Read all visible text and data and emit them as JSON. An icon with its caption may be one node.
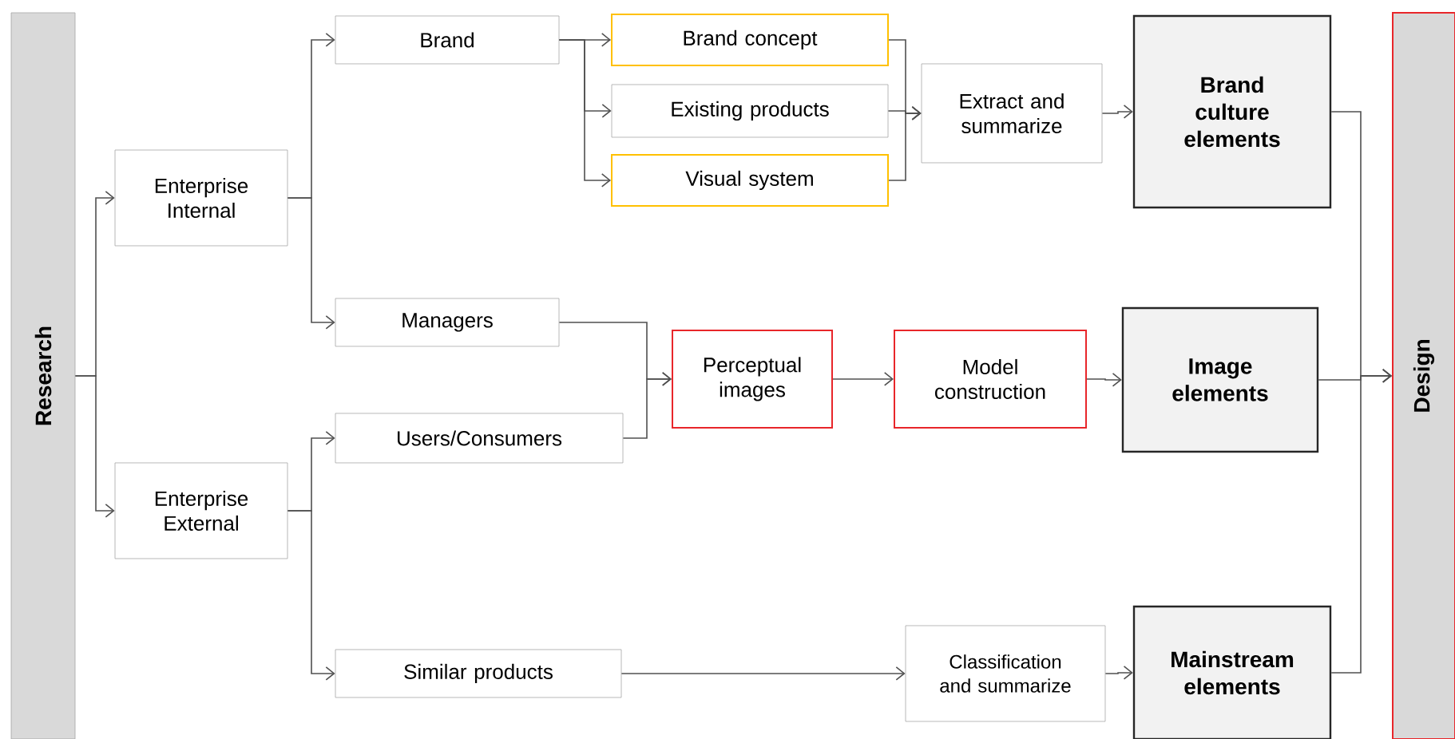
{
  "diagram": {
    "nodes": [
      {
        "text": [
          "Research"
        ]
      },
      {
        "text": [
          "Enterprise Internal"
        ]
      },
      {
        "text": [
          "Enterprise External"
        ]
      },
      {
        "text": [
          "Brand"
        ]
      },
      {
        "text": [
          "Managers"
        ]
      },
      {
        "text": [
          "Users/Consumers"
        ]
      },
      {
        "text": [
          "Similar products"
        ]
      },
      {
        "text": [
          "Brand concept"
        ]
      },
      {
        "text": [
          "Existing products"
        ]
      },
      {
        "text": [
          "Visual system"
        ]
      },
      {
        "text": [
          "Extract and summarize"
        ]
      },
      {
        "text": [
          "Perceptual images"
        ]
      },
      {
        "text": [
          "Model construction"
        ]
      },
      {
        "text": [
          "Brand culture elements"
        ]
      },
      {
        "text": [
          "Image elements"
        ]
      },
      {
        "text": [
          "Classification and summarize"
        ]
      },
      {
        "text": [
          "Mainstream elements"
        ]
      },
      {
        "text": [
          "Design"
        ]
      }
    ],
    "edges": [
      {
        "from": 0,
        "to": 1,
        "arrow": "to"
      },
      {
        "from": 0,
        "to": 2,
        "arrow": "to"
      },
      {
        "from": 1,
        "to": 3,
        "arrow": "to"
      },
      {
        "from": 1,
        "to": 4,
        "arrow": "to"
      },
      {
        "from": 2,
        "to": 5,
        "arrow": "to"
      },
      {
        "from": 2,
        "to": 6,
        "arrow": "to"
      },
      {
        "from": 3,
        "to": 7,
        "arrow": "to"
      },
      {
        "from": 3,
        "to": 8,
        "arrow": "to"
      },
      {
        "from": 3,
        "to": 9,
        "arrow": "to"
      },
      {
        "from": 7,
        "to": 10,
        "arrow": "to"
      },
      {
        "from": 8,
        "to": 10,
        "arrow": "to"
      },
      {
        "from": 9,
        "to": 10,
        "arrow": "to"
      },
      {
        "from": 10,
        "to": 13,
        "arrow": "to"
      },
      {
        "from": 4,
        "to": 11,
        "arrow": "to"
      },
      {
        "from": 5,
        "to": 11,
        "arrow": "to"
      },
      {
        "from": 11,
        "to": 12,
        "arrow": "to"
      },
      {
        "from": 12,
        "to": 14,
        "arrow": "to"
      },
      {
        "from": 6,
        "to": 15,
        "arrow": "to"
      },
      {
        "from": 15,
        "to": 16,
        "arrow": "to"
      },
      {
        "from": 13,
        "to": 17,
        "arrow": "to"
      },
      {
        "from": 14,
        "to": 17,
        "arrow": "to"
      },
      {
        "from": 16,
        "to": 17,
        "arrow": "to"
      }
    ]
  }
}
